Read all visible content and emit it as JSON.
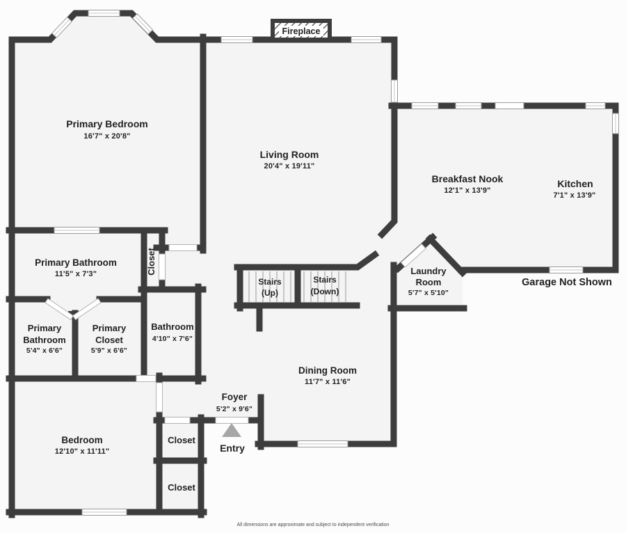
{
  "palette": {
    "background": "#fcfcfc",
    "floor": "#f4f4f4",
    "wall": "#3d3d3d",
    "text": "#212121",
    "entry_arrow": "#a6a6a6"
  },
  "rooms": {
    "primary_bedroom": {
      "name": "Primary Bedroom",
      "dims": "16'7\" x 20'8\""
    },
    "living_room": {
      "name": "Living Room",
      "dims": "20'4\" x 19'11\""
    },
    "breakfast_nook": {
      "name": "Breakfast Nook",
      "dims": "12'1\" x 13'9\""
    },
    "kitchen": {
      "name": "Kitchen",
      "dims": "7'1\" x 13'9\""
    },
    "laundry_room": {
      "name_line1": "Laundry",
      "name_line2": "Room",
      "dims": "5'7\" x 5'10\""
    },
    "primary_bathroom_large": {
      "name": "Primary Bathroom",
      "dims": "11'5\" x 7'3\""
    },
    "closet_hall": {
      "name": "Closet"
    },
    "primary_bathroom_small": {
      "name_line1": "Primary",
      "name_line2": "Bathroom",
      "dims": "5'4\" x 6'6\""
    },
    "primary_closet": {
      "name_line1": "Primary",
      "name_line2": "Closet",
      "dims": "5'9\" x 6'6\""
    },
    "bathroom": {
      "name": "Bathroom",
      "dims": "4'10\" x 7'6\""
    },
    "stairs_up": {
      "name_line1": "Stairs",
      "name_line2": "(Up)"
    },
    "stairs_down": {
      "name_line1": "Stairs",
      "name_line2": "(Down)"
    },
    "dining_room": {
      "name": "Dining Room",
      "dims": "11'7\" x 11'6\""
    },
    "foyer": {
      "name": "Foyer",
      "dims": "5'2\" x 9'6\""
    },
    "bedroom": {
      "name": "Bedroom",
      "dims": "12'10\" x 11'11\""
    },
    "closet_1": {
      "name": "Closet"
    },
    "closet_2": {
      "name": "Closet"
    }
  },
  "labels": {
    "fireplace": "Fireplace",
    "entry": "Entry",
    "garage_note": "Garage Not Shown",
    "disclaimer": "All dimensions are approximate and subject to independent verification"
  }
}
